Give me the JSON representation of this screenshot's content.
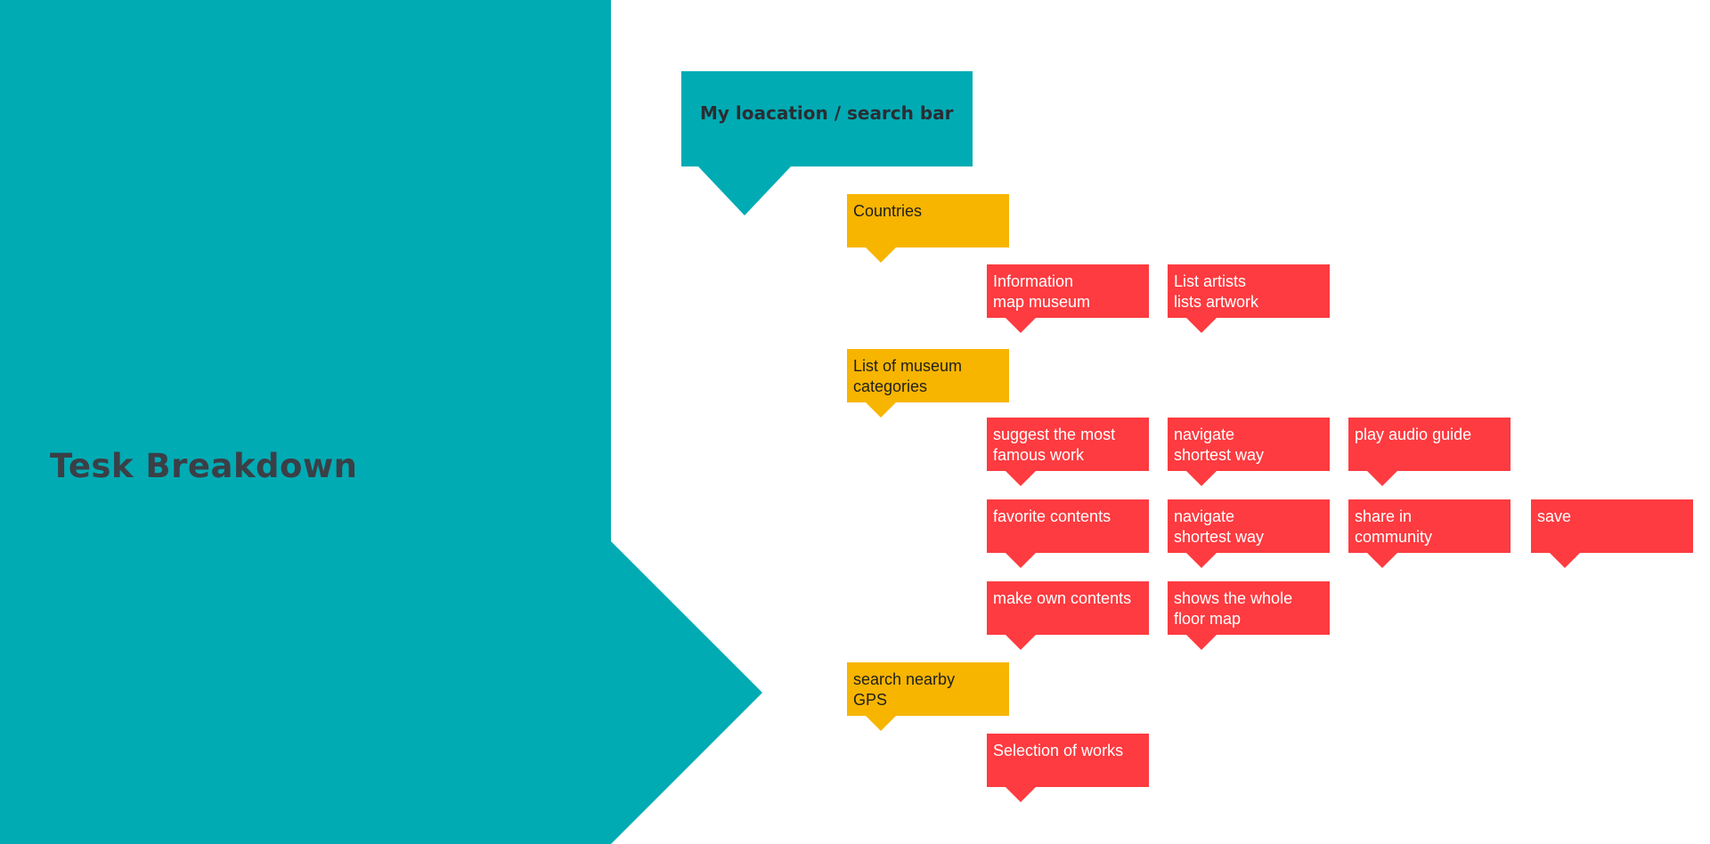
{
  "title": "Tesk Breakdown",
  "colors": {
    "teal": "#00abb4",
    "yellow": "#f7b500",
    "red": "#fd3b40",
    "title_text": "#3b3f46"
  },
  "root": "My loacation / search bar",
  "categories": {
    "countries": "Countries",
    "museum_categories": "List of museum\ncategories",
    "search_nearby": "search nearby\nGPS"
  },
  "tasks": {
    "information_map": "Information\nmap museum",
    "list_artists": "List artists\nlists artwork",
    "suggest_famous": "suggest the most\nfamous work",
    "navigate_1": "navigate\nshortest way",
    "play_audio": "play audio guide",
    "favorite_contents": "favorite contents",
    "navigate_2": "navigate\nshortest way",
    "share_community": "share in\ncommunity",
    "save": "save",
    "make_own": "make own contents",
    "floor_map": "shows the whole\nfloor map",
    "selection_works": "Selection of works"
  }
}
